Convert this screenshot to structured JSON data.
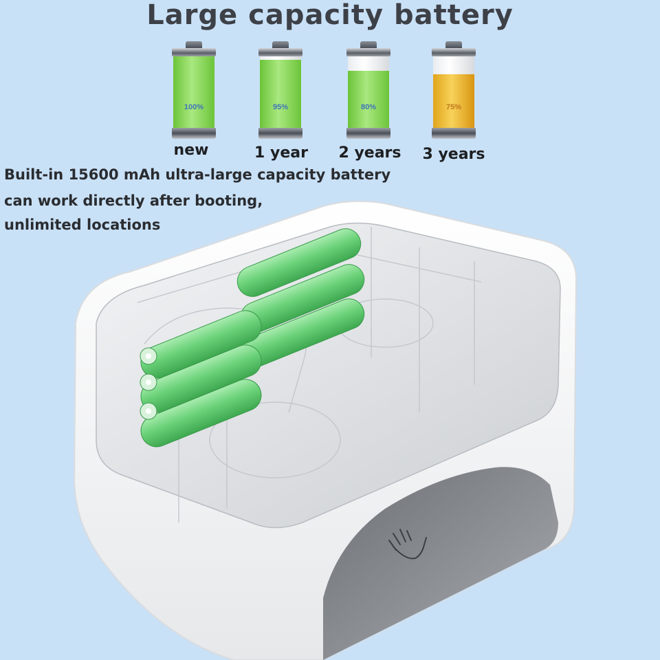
{
  "title": "Large capacity battery",
  "batteries": [
    {
      "label": "new",
      "percent_text": "100%",
      "level": 1.0,
      "color": "#6cc43a"
    },
    {
      "label": "1 year",
      "percent_text": "95%",
      "level": 0.95,
      "color": "#6cc43a"
    },
    {
      "label": "2 years",
      "percent_text": "80%",
      "level": 0.8,
      "color": "#6cc43a"
    },
    {
      "label": "3 years",
      "percent_text": "75%",
      "level": 0.75,
      "color": "#f0b92a"
    }
  ],
  "description": {
    "line1": "Built-in 15600 mAh ultra-large capacity battery",
    "line2": "can work directly after booting,",
    "line3": "unlimited locations"
  },
  "colors": {
    "background": "#c9e1f7",
    "cells": "#6fd27a",
    "device_body": "#ffffff"
  }
}
